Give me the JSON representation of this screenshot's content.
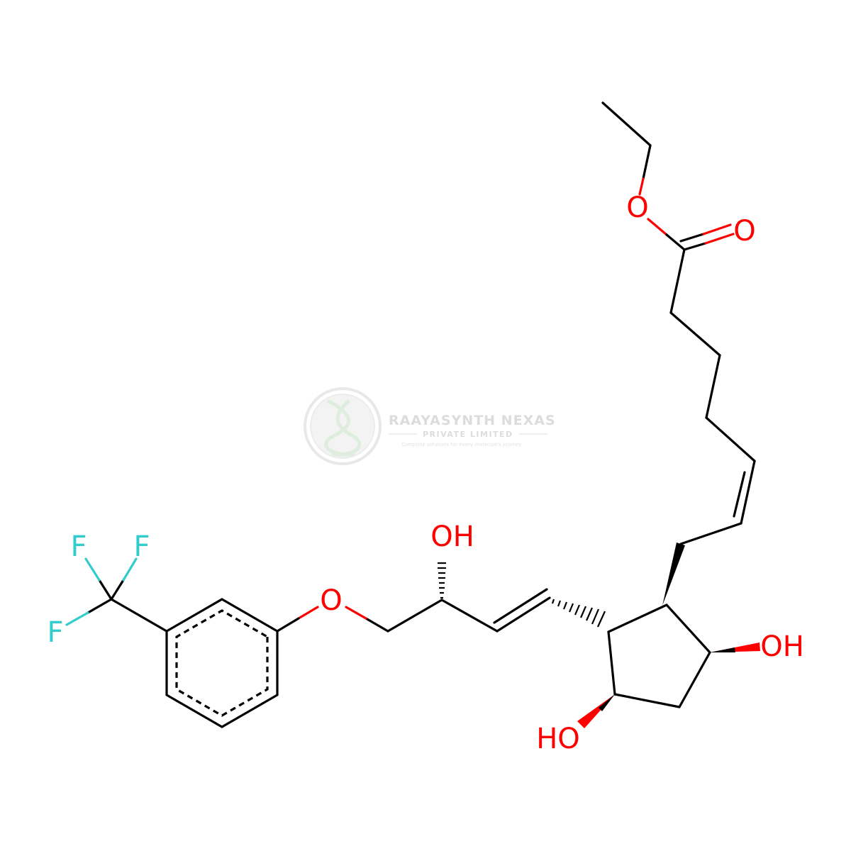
{
  "molecule": {
    "atom_labels": {
      "ester_ether_oxygen": "O",
      "carbonyl_oxygen": "O",
      "side_chain_hydroxyl": "OH",
      "ether_oxygen": "O",
      "ring_hydroxyl_right": "OH",
      "ring_hydroxyl_bottom": "HO",
      "fluorine_1": "F",
      "fluorine_2": "F",
      "fluorine_3": "F"
    },
    "colors": {
      "bond": "#000000",
      "oxygen": "#ff0000",
      "fluorine": "#33cccc"
    }
  },
  "watermark": {
    "company": "RAAYASYNTH NEXAS",
    "subtitle": "PRIVATE LIMITED",
    "tagline": "Complete solutions for every molecule's journey"
  }
}
